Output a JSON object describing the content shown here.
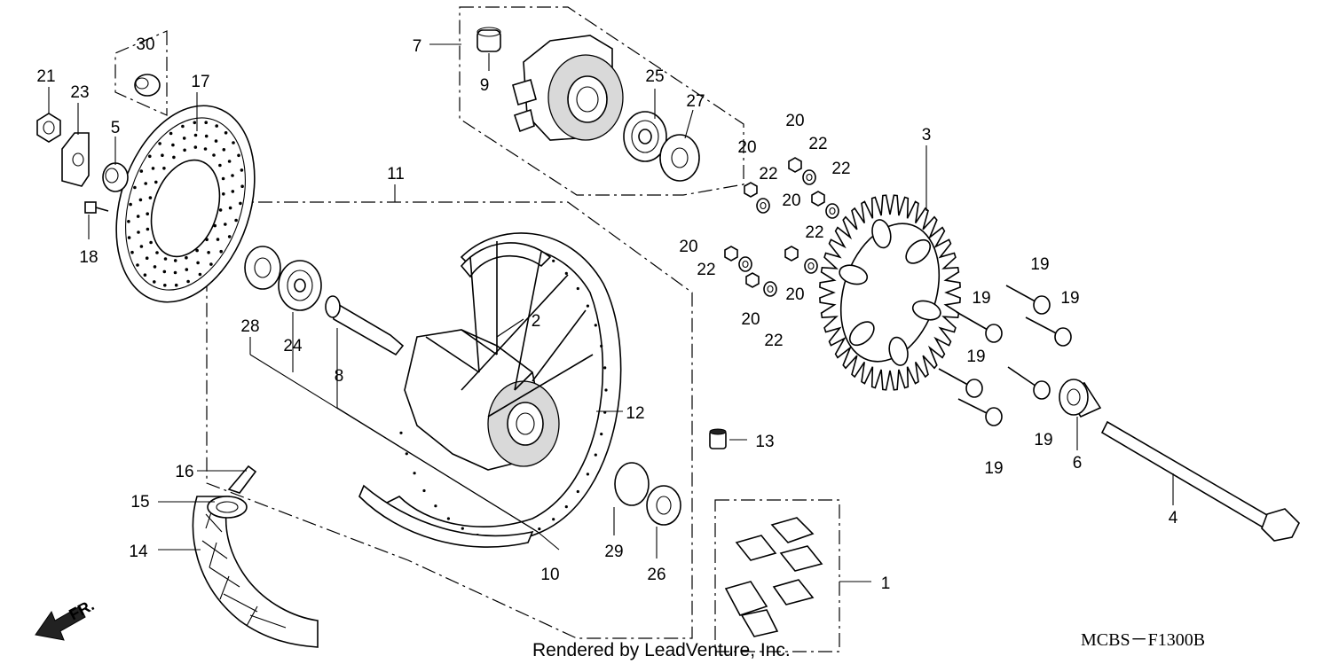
{
  "callouts": [
    {
      "id": "1",
      "label": "1"
    },
    {
      "id": "2",
      "label": "2"
    },
    {
      "id": "3",
      "label": "3"
    },
    {
      "id": "4",
      "label": "4"
    },
    {
      "id": "5",
      "label": "5"
    },
    {
      "id": "6",
      "label": "6"
    },
    {
      "id": "7",
      "label": "7"
    },
    {
      "id": "8",
      "label": "8"
    },
    {
      "id": "9",
      "label": "9"
    },
    {
      "id": "10",
      "label": "10"
    },
    {
      "id": "11",
      "label": "11"
    },
    {
      "id": "12",
      "label": "12"
    },
    {
      "id": "13",
      "label": "13"
    },
    {
      "id": "14",
      "label": "14"
    },
    {
      "id": "15",
      "label": "15"
    },
    {
      "id": "16",
      "label": "16"
    },
    {
      "id": "17",
      "label": "17"
    },
    {
      "id": "18",
      "label": "18"
    },
    {
      "id": "19",
      "label": "19"
    },
    {
      "id": "20",
      "label": "20"
    },
    {
      "id": "21",
      "label": "21"
    },
    {
      "id": "22",
      "label": "22"
    },
    {
      "id": "23",
      "label": "23"
    },
    {
      "id": "24",
      "label": "24"
    },
    {
      "id": "25",
      "label": "25"
    },
    {
      "id": "26",
      "label": "26"
    },
    {
      "id": "27",
      "label": "27"
    },
    {
      "id": "28",
      "label": "28"
    },
    {
      "id": "29",
      "label": "29"
    },
    {
      "id": "30",
      "label": "30"
    }
  ],
  "direction_label": "FR.",
  "diagram_code": "MCBS－F1300B",
  "credit": "Rendered by LeadVenture, Inc."
}
